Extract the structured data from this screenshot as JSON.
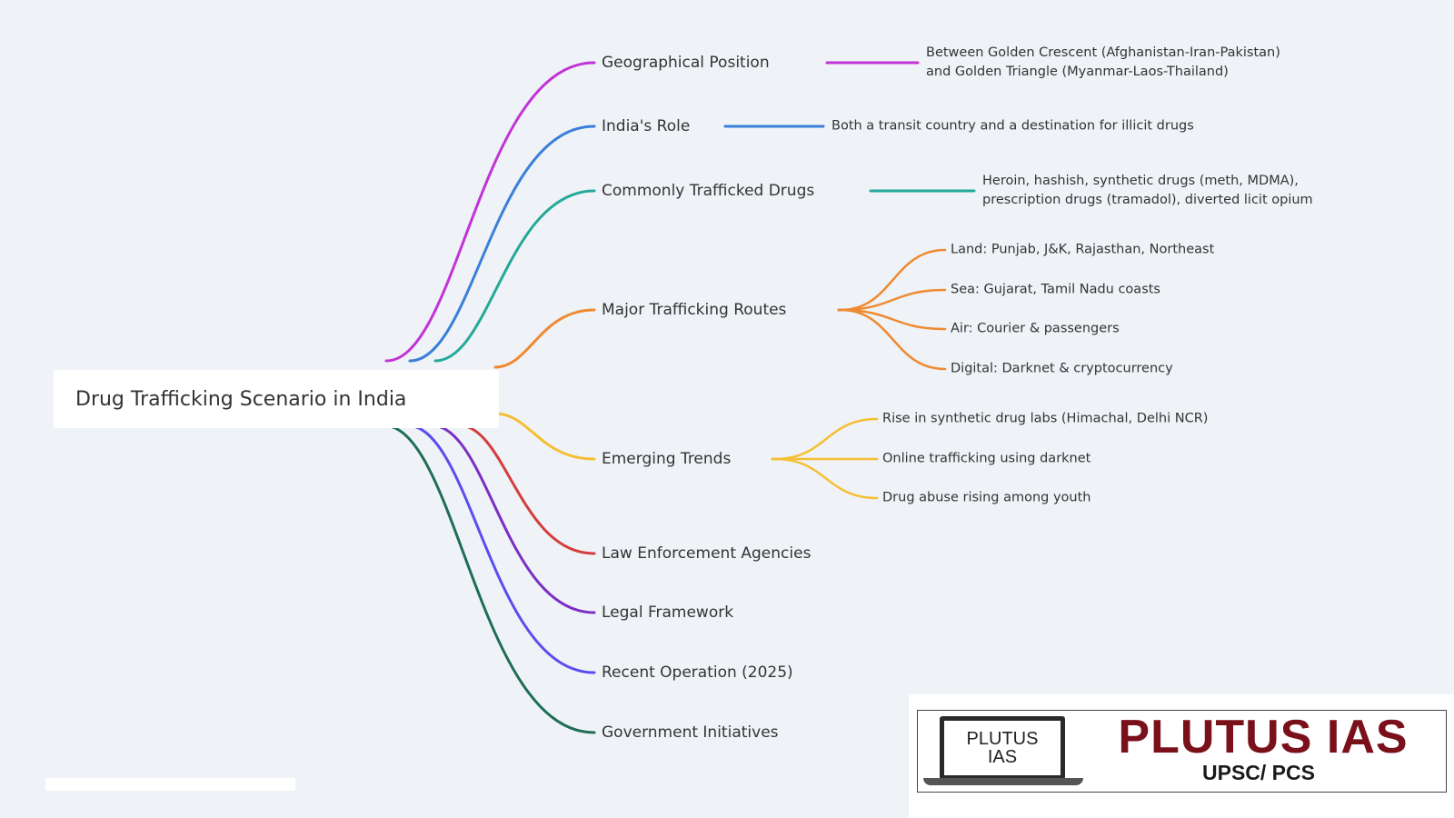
{
  "root": {
    "label": "Drug Trafficking Scenario in India"
  },
  "branches": [
    {
      "id": "geo",
      "label": "Geographical Position",
      "color": "#c233d6",
      "leaves": [
        [
          "Between Golden Crescent (Afghanistan-Iran-Pakistan)",
          "and Golden Triangle (Myanmar-Laos-Thailand)"
        ]
      ]
    },
    {
      "id": "role",
      "label": "India's Role",
      "color": "#3a7fd9",
      "leaves": [
        [
          "Both a transit country and a destination for illicit drugs"
        ]
      ]
    },
    {
      "id": "drugs",
      "label": "Commonly Trafficked Drugs",
      "color": "#24a99a",
      "leaves": [
        [
          "Heroin, hashish, synthetic drugs (meth, MDMA),",
          "prescription drugs (tramadol), diverted licit opium"
        ]
      ]
    },
    {
      "id": "routes",
      "label": "Major Trafficking Routes",
      "color": "#ee8a32",
      "leaves": [
        [
          "Land: Punjab, J&K, Rajasthan, Northeast"
        ],
        [
          "Sea: Gujarat, Tamil Nadu coasts"
        ],
        [
          "Air: Courier & passengers"
        ],
        [
          "Digital: Darknet & cryptocurrency"
        ]
      ]
    },
    {
      "id": "trends",
      "label": "Emerging Trends",
      "color": "#f5bf33",
      "leaves": [
        [
          "Rise in synthetic drug labs (Himachal, Delhi NCR)"
        ],
        [
          "Online trafficking using darknet"
        ],
        [
          "Drug abuse rising among youth"
        ]
      ]
    },
    {
      "id": "law",
      "label": "Law Enforcement Agencies",
      "color": "#d43d3d",
      "leaves": []
    },
    {
      "id": "legal",
      "label": "Legal Framework",
      "color": "#7b2fc4",
      "leaves": []
    },
    {
      "id": "op",
      "label": "Recent Operation (2025)",
      "color": "#5b4df0",
      "leaves": []
    },
    {
      "id": "gov",
      "label": "Government Initiatives",
      "color": "#1d6e55",
      "leaves": []
    }
  ],
  "logo": {
    "screen_line1": "PLUTUS",
    "screen_line2": "IAS",
    "brand": "PLUTUS IAS",
    "tagline": "UPSC/ PCS",
    "brand_color": "#7a1019"
  }
}
